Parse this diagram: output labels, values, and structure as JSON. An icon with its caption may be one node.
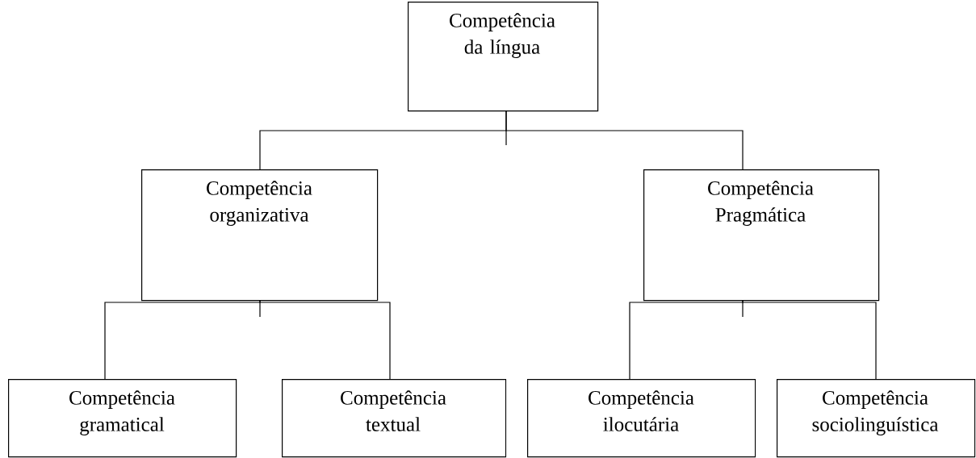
{
  "diagram": {
    "nodes": [
      {
        "text": [
          "Competência da língua"
        ]
      },
      {
        "text": [
          "Competência organizativa"
        ]
      },
      {
        "text": [
          "Competência Pragmática"
        ]
      },
      {
        "text": [
          "Competência gramatical"
        ]
      },
      {
        "text": [
          "Competência textual"
        ]
      },
      {
        "text": [
          "Competência ilocutária"
        ]
      },
      {
        "text": [
          "Competência sociolinguística"
        ]
      }
    ],
    "edges": [
      {
        "from": 0,
        "to": 1,
        "arrow": "none"
      },
      {
        "from": 0,
        "to": 2,
        "arrow": "none"
      },
      {
        "from": 1,
        "to": 3,
        "arrow": "none"
      },
      {
        "from": 1,
        "to": 4,
        "arrow": "none"
      },
      {
        "from": 2,
        "to": 5,
        "arrow": "none"
      },
      {
        "from": 2,
        "to": 6,
        "arrow": "none"
      }
    ]
  }
}
